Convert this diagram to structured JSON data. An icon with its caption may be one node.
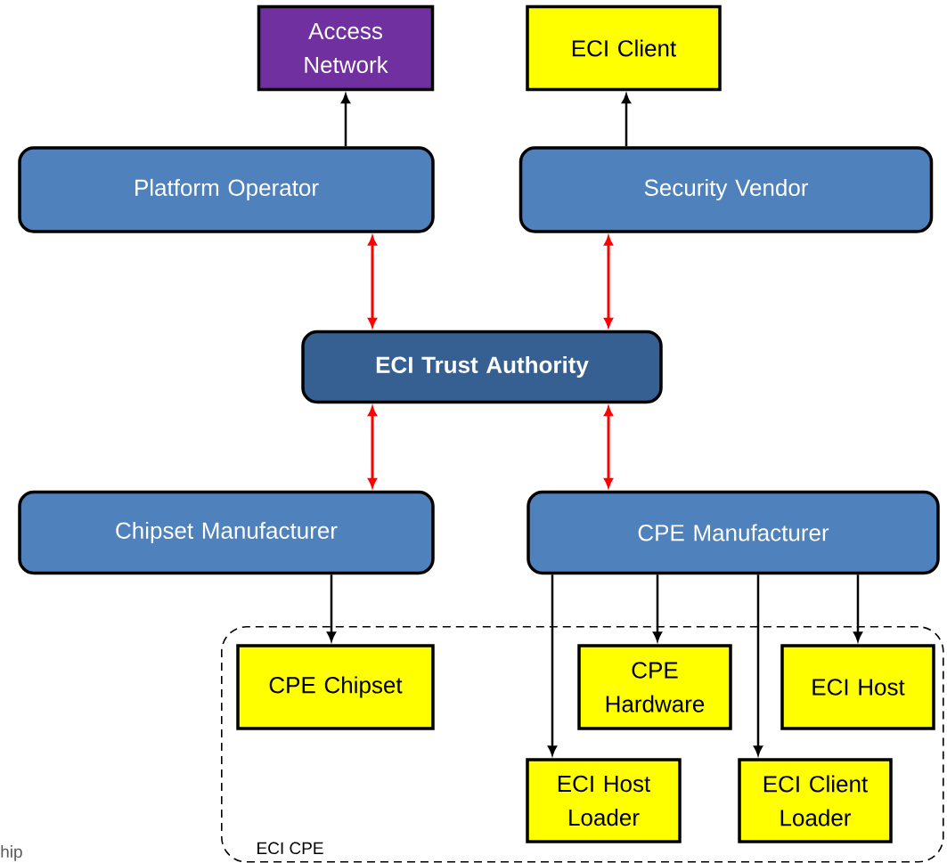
{
  "diagram": {
    "nodes": [
      {
        "text": [
          "Access Network"
        ]
      },
      {
        "text": [
          "ECI Client"
        ]
      },
      {
        "text": [
          "Platform Operator"
        ]
      },
      {
        "text": [
          "Security Vendor"
        ]
      },
      {
        "text": [
          "**ECI Trust Authority**"
        ]
      },
      {
        "text": [
          "Chipset Manufacturer"
        ]
      },
      {
        "text": [
          "CPE Manufacturer"
        ]
      },
      {
        "text": [
          "ECI CPE"
        ]
      },
      {
        "text": [
          "CPE Chipset"
        ],
        "in": 7
      },
      {
        "text": [
          "CPE Hardware"
        ],
        "in": 7
      },
      {
        "text": [
          "ECI Host"
        ],
        "in": 7
      },
      {
        "text": [
          "ECI Host Loader"
        ],
        "in": 7
      },
      {
        "text": [
          "ECI Client Loader"
        ],
        "in": 7
      }
    ],
    "edges": [
      {
        "from": 2,
        "to": 0,
        "arrow": "to"
      },
      {
        "from": 3,
        "to": 1,
        "arrow": "to"
      },
      {
        "from": 2,
        "to": 4,
        "arrow": "both",
        "color": "#ff0000"
      },
      {
        "from": 3,
        "to": 4,
        "arrow": "both",
        "color": "#ff0000"
      },
      {
        "from": 4,
        "to": 5,
        "arrow": "both",
        "color": "#ff0000"
      },
      {
        "from": 4,
        "to": 6,
        "arrow": "both",
        "color": "#ff0000"
      },
      {
        "from": 5,
        "to": 8,
        "arrow": "to"
      },
      {
        "from": 6,
        "to": 11,
        "arrow": "to"
      },
      {
        "from": 6,
        "to": 9,
        "arrow": "to"
      },
      {
        "from": 6,
        "to": 12,
        "arrow": "to"
      },
      {
        "from": 6,
        "to": 10,
        "arrow": "to"
      }
    ],
    "labels": [
      "hip"
    ]
  }
}
